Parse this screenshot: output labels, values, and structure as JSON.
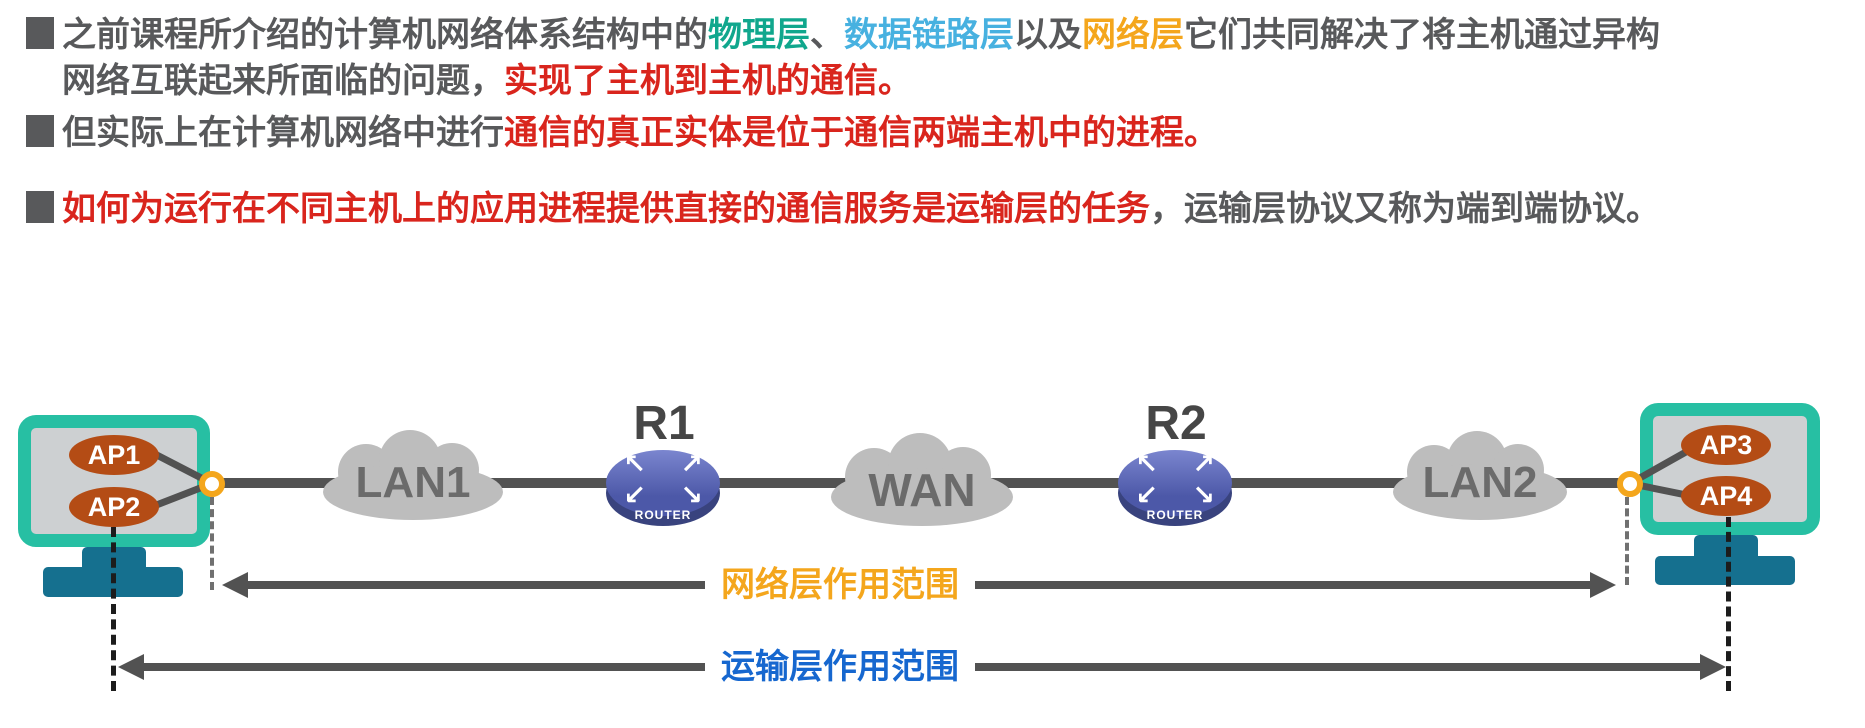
{
  "bullets": [
    {
      "segments": [
        {
          "text": "之前课程所介绍的计算机网络体系结构中的",
          "color": "gray"
        },
        {
          "text": "物理层",
          "color": "teal"
        },
        {
          "text": "、",
          "color": "gray"
        },
        {
          "text": "数据链路层",
          "color": "blue"
        },
        {
          "text": "以及",
          "color": "gray"
        },
        {
          "text": "网络层",
          "color": "orange"
        },
        {
          "text": "它们共同解决了将主机通过异构网络互联起来所面临的问题，",
          "color": "gray"
        },
        {
          "text": "实现了主机到主机的通信。",
          "color": "red"
        }
      ]
    },
    {
      "segments": [
        {
          "text": "但实际上在计算机网络中进行",
          "color": "gray"
        },
        {
          "text": "通信的真正实体是位于通信两端主机中的进程。",
          "color": "red"
        }
      ]
    },
    {
      "segments": [
        {
          "text": "如何为运行在不同主机上的应用进程提供直接的通信服务是运输层的任务",
          "color": "red"
        },
        {
          "text": "，运输层协议又称为端到端协议。",
          "color": "gray"
        }
      ]
    }
  ],
  "diagram": {
    "left_host": {
      "ap1": "AP1",
      "ap2": "AP2"
    },
    "right_host": {
      "ap3": "AP3",
      "ap4": "AP4"
    },
    "lan1": "LAN1",
    "wan": "WAN",
    "lan2": "LAN2",
    "r1": {
      "name": "R1",
      "caption": "ROUTER"
    },
    "r2": {
      "name": "R2",
      "caption": "ROUTER"
    },
    "router_arrow_glyphs": [
      "↖",
      "↗",
      "↙",
      "↘"
    ],
    "network_span_label": "网络层作用范围",
    "transport_span_label": "运输层作用范围"
  },
  "colors": {
    "body_gray": "#58595b",
    "accent_teal": "#10a78d",
    "accent_skyblue": "#47b1e0",
    "accent_orange": "#f4a61c",
    "accent_red": "#d9251d",
    "transport_blue": "#1667cf",
    "monitor_frame": "#27bfa3",
    "screen_fill": "#cdd0d2",
    "process_fill": "#b44c15",
    "stand_fill": "#15708f",
    "router_body": "#4c58a8",
    "router_light": "#7b86cf",
    "router_dark": "#39437e",
    "cloud_fill": "#bdbdbd",
    "cloud_text": "#6b6b6b",
    "line_gray": "#525252"
  }
}
